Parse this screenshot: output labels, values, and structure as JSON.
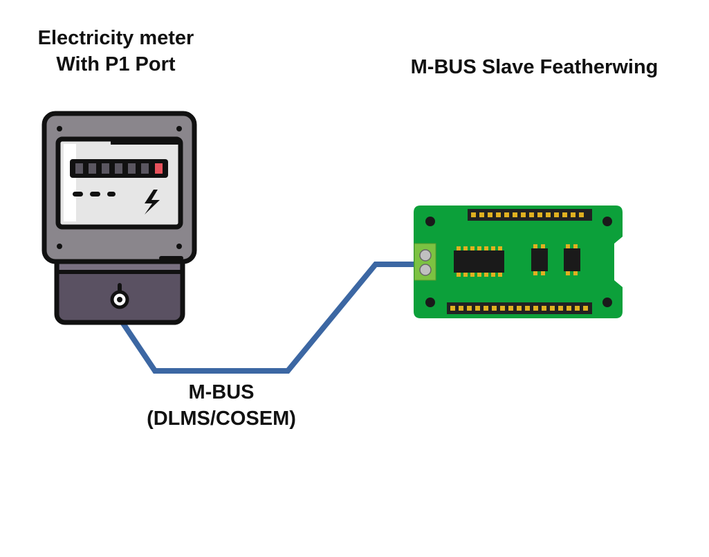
{
  "meter": {
    "title_line1": "Electricity meter",
    "title_line2": "With P1 Port",
    "display_icon": "lightning-bolt-icon"
  },
  "board": {
    "title": "M-BUS Slave Featherwing",
    "pcb_color": "#0ca03a"
  },
  "connection": {
    "label_line1": "M-BUS",
    "label_line2": "(DLMS/COSEM)",
    "color": "#3c67a3"
  }
}
